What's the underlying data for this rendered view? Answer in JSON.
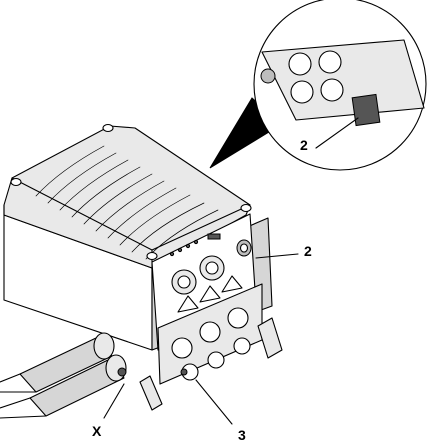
{
  "callouts": {
    "detail_port": "2",
    "port": "2",
    "cable_inlet": "X",
    "gland_plate": "3"
  },
  "colors": {
    "line": "#000000",
    "light_fill": "#e9e9e9",
    "mid_fill": "#d6d6d6",
    "dark_fill": "#555555"
  }
}
